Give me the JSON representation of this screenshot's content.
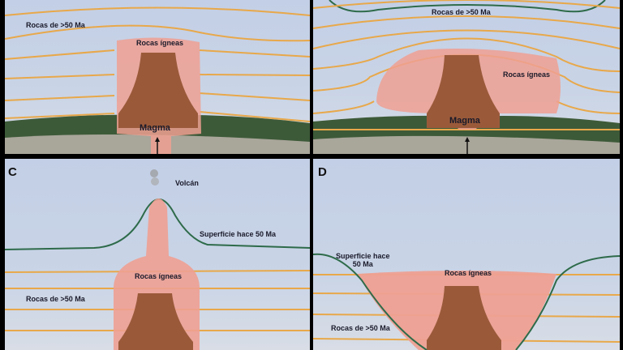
{
  "panels": {
    "a": {
      "rocks_old": "Rocas de >50 Ma",
      "igneous": "Rocas ígneas",
      "magma": "Magma"
    },
    "b": {
      "rocks_old": "Rocas de >50 Ma",
      "igneous": "Rocas ígneas",
      "magma": "Magma"
    },
    "c": {
      "letter": "C",
      "volcano": "Volcán",
      "surface": "Superficie hace 50 Ma",
      "igneous": "Rocas ígneas",
      "rocks_old": "Rocas de >50 Ma"
    },
    "d": {
      "letter": "D",
      "surface": "Superficie hace\n50 Ma",
      "igneous": "Rocas ígneas",
      "rocks_old": "Rocas de >50 Ma"
    }
  },
  "colors": {
    "strata": "#e8a84a",
    "surface": "#2e6b4a",
    "igneous": "#eea092",
    "tower": "#9a5a3a",
    "forest": "#3d5a38"
  }
}
